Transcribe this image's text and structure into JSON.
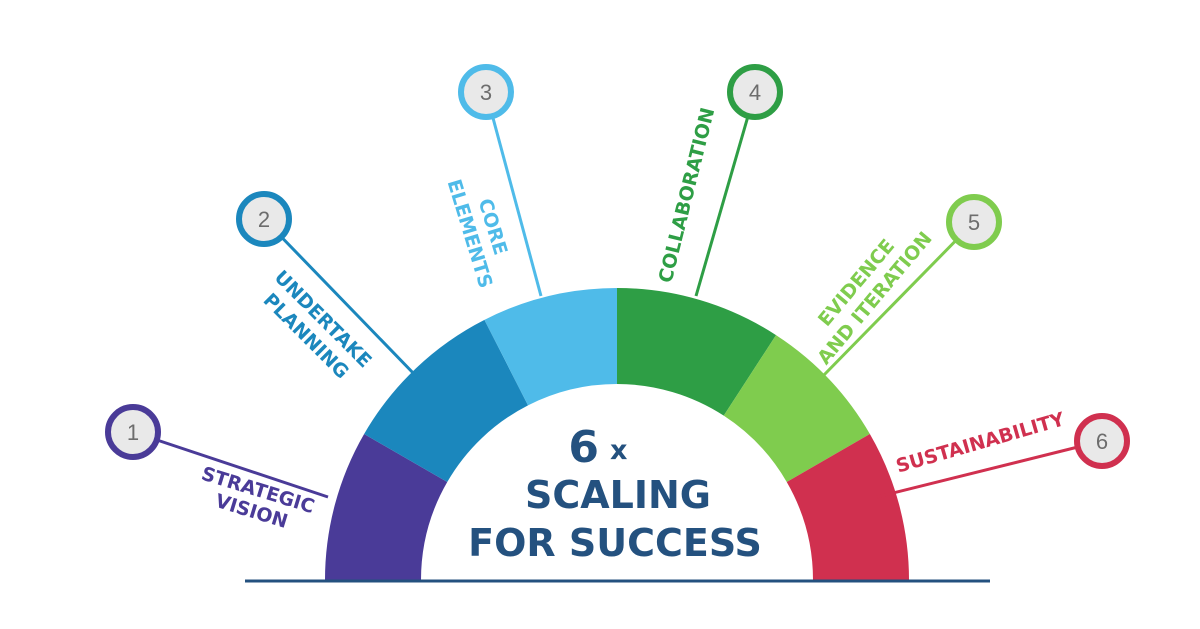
{
  "title": {
    "count": "6",
    "multiplier": "x",
    "line1": "SCALING",
    "line2": "FOR SUCCESS"
  },
  "colors": {
    "title": "#24517f",
    "baseline": "#24517f",
    "pin_fill": "#e9e9e9"
  },
  "steps": [
    {
      "number": "1",
      "lines": [
        "STRATEGIC",
        "VISION"
      ],
      "color": "#4a3b98",
      "text_color": "#4a3b98"
    },
    {
      "number": "2",
      "lines": [
        "UNDERTAKE",
        "PLANNING"
      ],
      "color": "#1b87bd",
      "text_color": "#1b87bd"
    },
    {
      "number": "3",
      "lines": [
        "CORE",
        "ELEMENTS"
      ],
      "color": "#4fbbe9",
      "text_color": "#4fbbe9"
    },
    {
      "number": "4",
      "lines": [
        "COLLABORATION"
      ],
      "color": "#2e9e45",
      "text_color": "#2e9e45"
    },
    {
      "number": "5",
      "lines": [
        "EVIDENCE",
        "AND ITERATION"
      ],
      "color": "#7fcc4e",
      "text_color": "#7fcc4e"
    },
    {
      "number": "6",
      "lines": [
        "SUSTAINABILITY"
      ],
      "color": "#d0304f",
      "text_color": "#d0304f"
    }
  ]
}
